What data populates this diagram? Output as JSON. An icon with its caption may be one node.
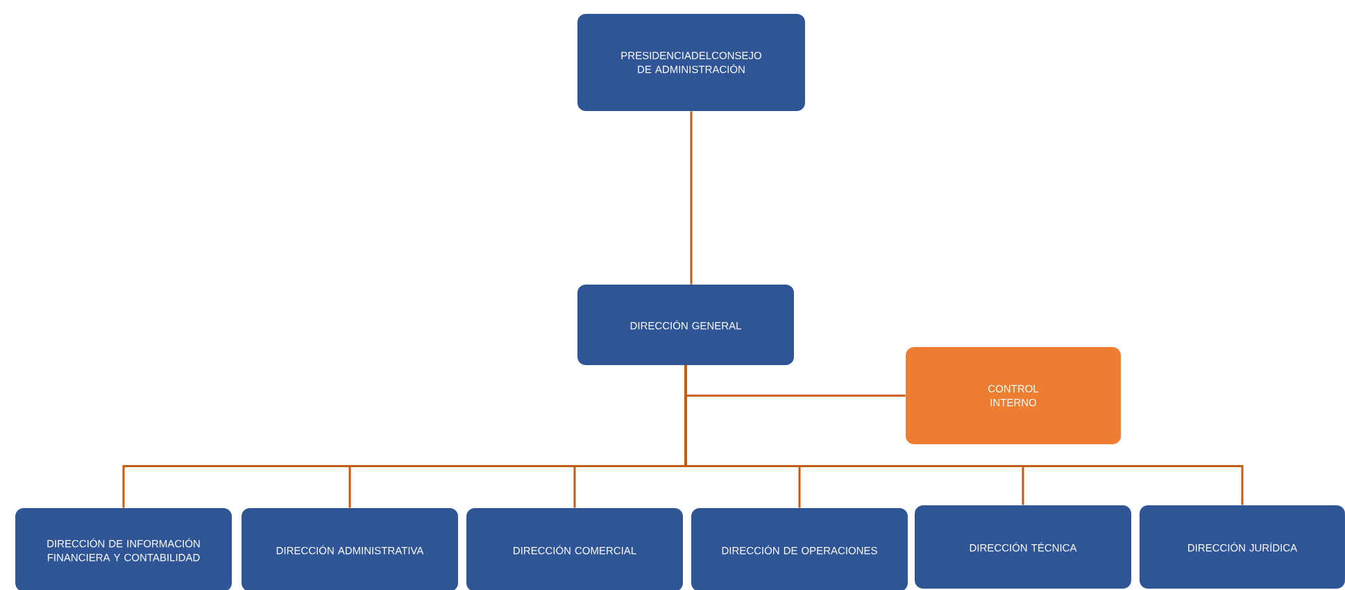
{
  "diagram": {
    "nodes": [
      {
        "text": [
          "PRESIDENCIADELCONSEJO DE ADMINISTRACIÓN"
        ]
      },
      {
        "text": [
          "DIRECCIÓN GENERAL"
        ]
      },
      {
        "text": [
          "CONTROL INTERNO"
        ]
      },
      {
        "text": [
          "DIRECCIÓN DE INFORMACIÓN FINANCIERA Y CONTABILIDAD"
        ]
      },
      {
        "text": [
          "DIRECCIÓN ADMINISTRATIVA"
        ]
      },
      {
        "text": [
          "DIRECCIÓN COMERCIAL"
        ]
      },
      {
        "text": [
          "DIRECCIÓN DE OPERACIONES"
        ]
      },
      {
        "text": [
          "DIRECCIÓN TÉCNICA"
        ]
      },
      {
        "text": [
          "DIRECCIÓN JURÍDICA"
        ]
      }
    ],
    "edges": [
      {
        "from": 0,
        "to": 1,
        "arrow": "none"
      },
      {
        "from": 1,
        "to": 2,
        "arrow": "none"
      },
      {
        "from": 1,
        "to": 3,
        "arrow": "none"
      },
      {
        "from": 1,
        "to": 4,
        "arrow": "none"
      },
      {
        "from": 1,
        "to": 5,
        "arrow": "none"
      },
      {
        "from": 1,
        "to": 6,
        "arrow": "none"
      },
      {
        "from": 1,
        "to": 7,
        "arrow": "none"
      },
      {
        "from": 1,
        "to": 8,
        "arrow": "none"
      }
    ]
  }
}
